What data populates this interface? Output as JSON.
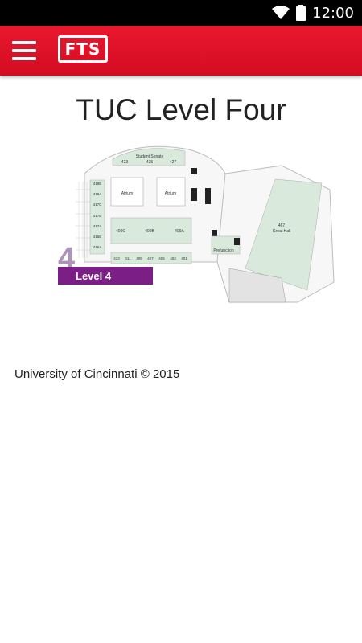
{
  "status_bar": {
    "time": "12:00",
    "icons": [
      "wifi-icon",
      "battery-icon"
    ]
  },
  "app_bar": {
    "menu_icon": "hamburger-menu-icon",
    "logo_text": "FTS",
    "color": "#e31329"
  },
  "page": {
    "title": "TUC Level Four",
    "copyright": "University of Cincinnati © 2015"
  },
  "map": {
    "level_number": "4",
    "level_label": "Level 4",
    "level_color": "#7b1f86",
    "room_color": "#d9eadd",
    "labels": {
      "student_senate": "Student Senate",
      "atrium_left": "Atrium",
      "atrium_right": "Atrium",
      "great_hall_number": "467",
      "great_hall": "Great Hall",
      "prefunction": "Prefunction"
    },
    "top_rooms": [
      "423",
      "435",
      "427"
    ],
    "side_rooms": [
      "419B",
      "419A",
      "417C",
      "417B",
      "417A",
      "415B",
      "415A"
    ],
    "bottom_rooms": [
      "413",
      "411",
      "409",
      "407",
      "405",
      "403",
      "401"
    ],
    "mid_rooms": [
      "400C",
      "409B",
      "409A"
    ]
  }
}
